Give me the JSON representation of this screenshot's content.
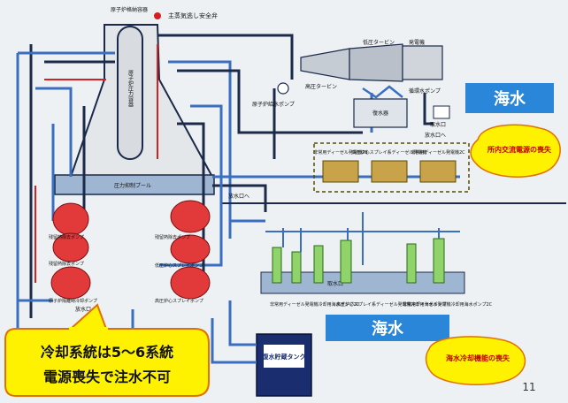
{
  "labels": {
    "containment_vessel": "原子炉格納容器",
    "main_steam_relief_valve": "主蒸気逃し安全弁",
    "pressure_vessel": "原子炉圧力容器",
    "suppression_pool": "圧力抑制プール",
    "hp_turbine": "高圧タービン",
    "lp_turbine": "低圧タービン",
    "generator": "発電機",
    "feedwater_pump": "原子炉給水ポンプ",
    "condensate_pump": "循環水ポンプ",
    "condenser": "復水器",
    "intake": "取水口",
    "discharge_1": "放水口へ",
    "discharge_2": "放水口へ",
    "discharge_3": "放水口へ",
    "dg_a": "非常用ディーゼル発電機2B",
    "dg_b": "高圧炉心スプレイ系ディーゼル発電機",
    "dg_c": "非常用ディーゼル発電機2C",
    "pump_left_a": "残留熱除去ポンプ",
    "pump_left_b": "残留熱除去ポンプ",
    "pump_left_c": "原子炉隔離時冷却ポンプ",
    "pump_right_a": "残留熱除去ポンプ",
    "pump_right_b": "低圧炉心スプレイポンプ",
    "pump_right_c": "高圧炉心スプレイポンプ",
    "intake_pit": "取水口",
    "seawater_pump_a": "非常用ディーゼル発電機冷却用海水ポンプ2D",
    "seawater_pump_b": "高圧炉心スプレイ系ディーゼル発電機冷却用海水ポンプ",
    "seawater_pump_c": "非常用ディーゼル発電機冷却用海水ポンプ2C",
    "condensate_tank": "復水貯蔵タンク",
    "page_number": "11"
  },
  "badges": {
    "seawater_top": "海水",
    "seawater_bottom": "海水"
  },
  "callouts": {
    "ac_power_loss": "所内交流電源の喪失",
    "seawater_cooling_loss": "海水冷却機能の喪失",
    "main_message_line1": "冷却系統は5～6系統",
    "main_message_line2": "電源喪失で注水不可"
  },
  "colors": {
    "pipe_dark": "#1b2a4a",
    "pipe_blue": "#3a6fc0",
    "pipe_red": "#d42020",
    "sea_blue": "#2a86d8",
    "callout_yellow": "#fff200",
    "callout_border": "#e07000",
    "pump_red": "#e23a3a",
    "tank_navy": "#1a2d6e"
  }
}
